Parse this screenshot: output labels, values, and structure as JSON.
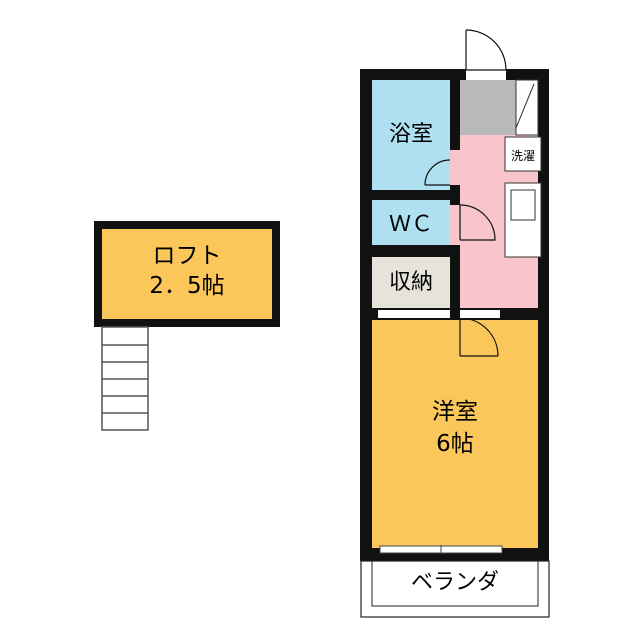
{
  "floor_plan": {
    "loft": {
      "line1": "ロフト",
      "line2": "2．5帖"
    },
    "bathroom": "浴室",
    "washer": "洗濯",
    "wc": "ＷＣ",
    "storage": "収納",
    "western_room": {
      "line1": "洋室",
      "line2": "6帖"
    },
    "balcony": "ベランダ"
  },
  "colors": {
    "bathroom": "#aee0f2",
    "kitchen": "#f8c5cc",
    "western_room": "#fbc75a",
    "loft": "#fbc75a",
    "storage": "#e6e4da",
    "entrance": "#b9b9b9",
    "wall": "#111111"
  }
}
